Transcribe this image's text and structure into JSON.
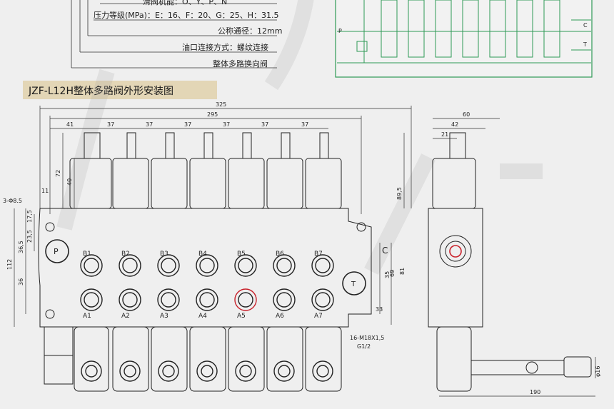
{
  "spec_lines": {
    "top_line": "滑阀机能：O、Y、P、N",
    "pressure": "压力等级(MPa)：E：16、F：20、G：25、H：31.5",
    "bore": "公称通径：12mm",
    "connection": "油口连接方式：螺纹连接",
    "valve_type": "整体多路换向阀"
  },
  "title": "JZF-L12H整体多路阀外形安装图",
  "hydraulic": {
    "port_c": "C",
    "port_t": "T",
    "port_p": "P"
  },
  "dimensions": {
    "overall_width": "325",
    "body_width": "295",
    "first_spool": "41",
    "pitch": [
      "37",
      "37",
      "37",
      "37",
      "37",
      "37"
    ],
    "height_72": "72",
    "height_40": "40",
    "offset_11": "11",
    "holes": "3-Φ8.5",
    "d17_5": "17,5",
    "d23_5": "23,5",
    "d36_5": "36,5",
    "d112": "112",
    "d36": "36",
    "d89_5": "89,5",
    "d35": "35",
    "d69": "69",
    "d81": "81",
    "d33": "33",
    "thread": "16-M18X1,5",
    "g12": "G1/2",
    "side_60": "60",
    "side_42": "42",
    "side_21": "21",
    "side_16": "φ16",
    "side_190": "190"
  },
  "ports": {
    "b": [
      "B1",
      "B2",
      "B3",
      "B4",
      "B5",
      "B6",
      "B7"
    ],
    "a": [
      "A1",
      "A2",
      "A3",
      "A4",
      "A5",
      "A6",
      "A7"
    ],
    "p": "P",
    "t": "T",
    "c": "C"
  },
  "colors": {
    "hydraulic_line": "#2f9a56",
    "title_bg": "#e3d6b6",
    "port_red": "#c8202a"
  }
}
